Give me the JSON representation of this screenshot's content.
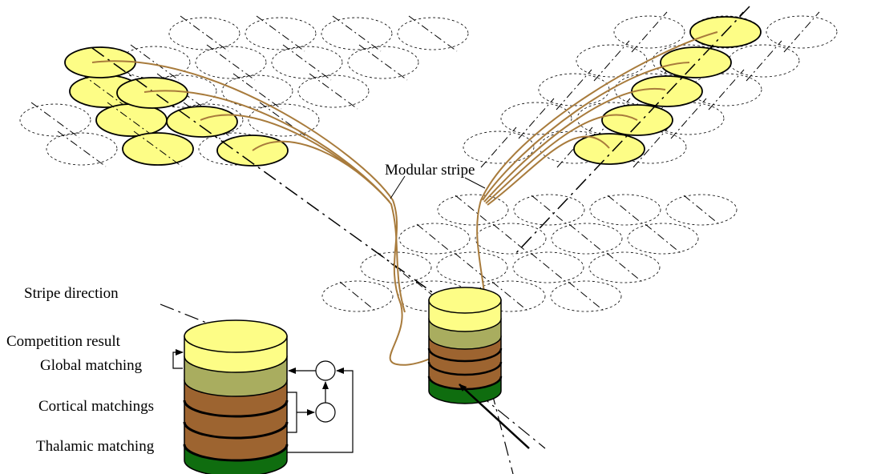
{
  "labels": {
    "modular_stripe_left": "Modular stripe",
    "modular_stripe_right": "stripe",
    "stripe_direction": "Stripe direction",
    "competition_result": "Competition result",
    "global_matching": "Global matching",
    "cortical_matchings": "Cortical matchings",
    "thalamic_matching": "Thalamic matching"
  },
  "colors": {
    "yellow": "#fdfd86",
    "olive": "#a9ad5f",
    "brown": "#9d6430",
    "green": "#0f6d0f",
    "fiber": "#a87b3c",
    "ellipse_stroke": "#000000"
  }
}
